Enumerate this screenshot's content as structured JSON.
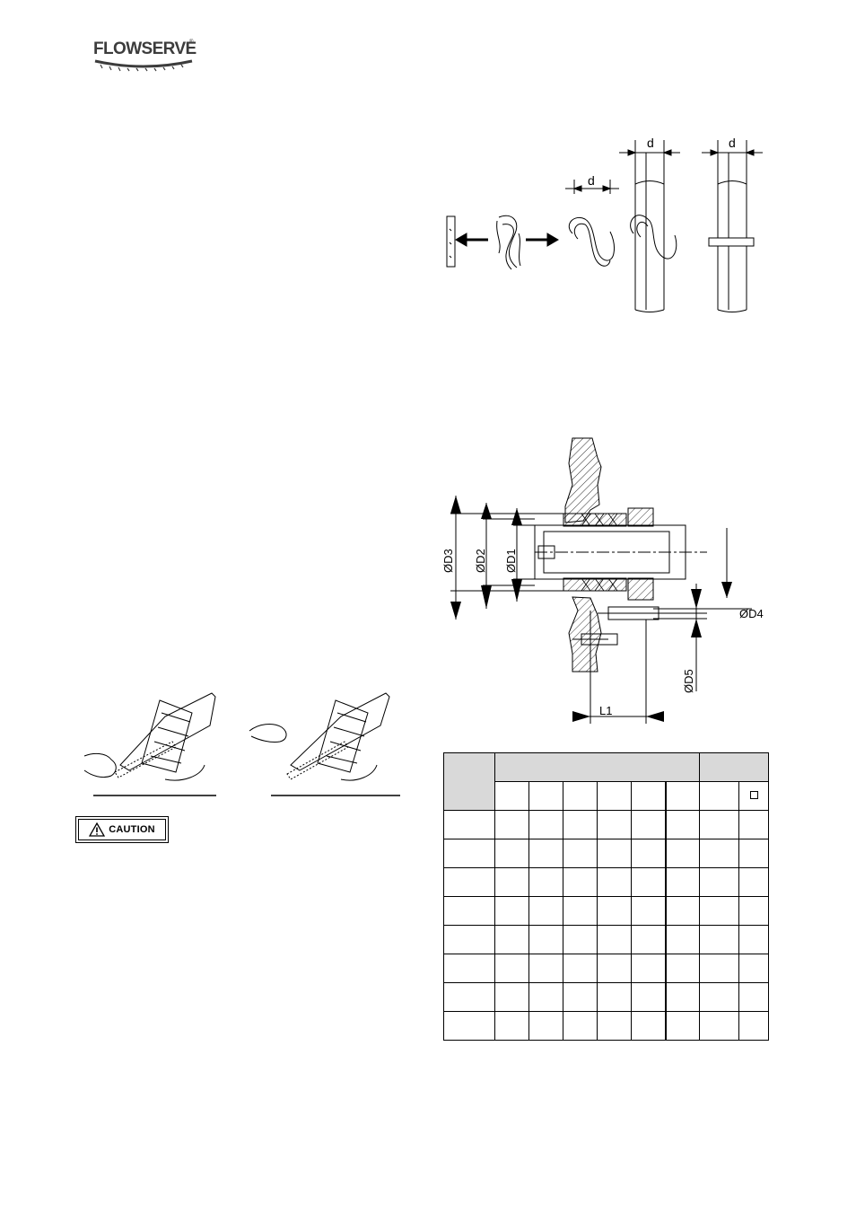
{
  "header": {
    "logo_text": "FLOWSERVE",
    "logo_mark": "®"
  },
  "figure_ring": {
    "labels": [
      "d",
      "d",
      "d"
    ]
  },
  "figure_gland": {
    "labels": {
      "d3": "ØD3",
      "d2": "ØD2",
      "d1": "ØD1",
      "d4": "ØD4",
      "d5": "ØD5",
      "l1": "L1"
    }
  },
  "caution": {
    "label": "CAUTION",
    "icon": "warning-triangle-icon"
  },
  "table": {
    "rows": 8,
    "columns": 8,
    "header_checkbox_icon": "checkbox-icon"
  }
}
